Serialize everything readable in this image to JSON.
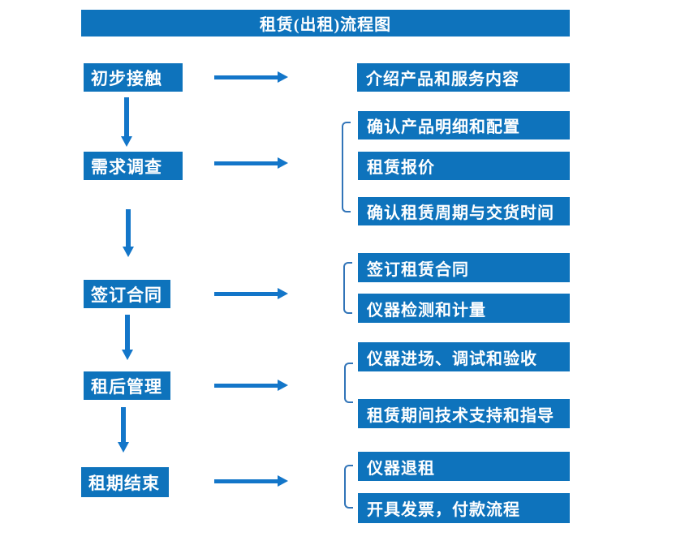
{
  "title": "租赁(出租)流程图",
  "colors": {
    "box_blue": "#0e73bc",
    "arrow_blue": "#1376c9",
    "bracket_blue": "#3174b8",
    "text_white": "#ffffff",
    "background": "#ffffff"
  },
  "steps": [
    {
      "label": "初步接触",
      "details": [
        "介绍产品和服务内容"
      ]
    },
    {
      "label": "需求调查",
      "details": [
        "确认产品明细和配置",
        "租赁报价",
        "确认租赁周期与交货时间"
      ]
    },
    {
      "label": "签订合同",
      "details": [
        "签订租赁合同",
        "仪器检测和计量"
      ]
    },
    {
      "label": "租后管理",
      "details": [
        "仪器进场、调试和验收",
        "租赁期间技术支持和指导"
      ]
    },
    {
      "label": "租期结束",
      "details": [
        "仪器退租",
        "开具发票，付款流程"
      ]
    }
  ]
}
